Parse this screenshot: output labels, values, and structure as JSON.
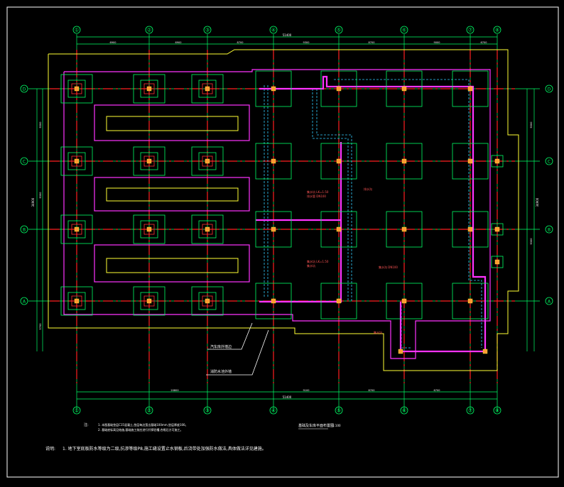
{
  "drawing": {
    "axes_top": [
      "①",
      "②",
      "③",
      "④",
      "⑤",
      "⑥",
      "⑦",
      "⑧"
    ],
    "axes_bottom": [
      "①",
      "②",
      "③",
      "④",
      "⑤",
      "⑥",
      "⑦",
      "⑧"
    ],
    "axes_left": [
      "D",
      "C",
      "B",
      "A"
    ],
    "axes_right": [
      "D",
      "C",
      "B",
      "A"
    ],
    "top_overall_dim": "51400",
    "top_dims": [
      "6900",
      "6900",
      "8700",
      "9300",
      "8700",
      "9000",
      "6700"
    ],
    "bottom_overall_dim": "51400",
    "bottom_dims": [
      "20800",
      "9100",
      "8700",
      "6700"
    ],
    "left_overall_dim": "34900",
    "left_dims": [
      "9300",
      "9300",
      "5700"
    ],
    "right_overall_dim": "34900",
    "right_dims": [
      "9300",
      "9300"
    ],
    "callouts": [
      "汽车库外墙边",
      "消防水池外墙"
    ],
    "small_labels": [
      "集水坑 LK=1.50",
      "排水管 DN100",
      "集水坑 LK=1.50",
      "集水坑",
      "排水沟",
      "集水沟 DN100",
      "集水坑"
    ],
    "note_prefix": "注:",
    "note_lines": [
      "1. 本图基础垫层C15混凝土,垫层每边宽出基础100mm,垫层厚度100。",
      "2. 基础底标高见结施,基础施工前应进行钎探验槽,合格后方可施工。"
    ],
    "drawing_title": "基础及车库平面布置图",
    "drawing_scale": "1:100",
    "main_note_label": "说明:",
    "main_note": "1. 地下室底板防水等级为二级,抗渗等级P8,施工缝设置止水钢板,后浇带处加强防水做法,具体做法详见建施。"
  }
}
